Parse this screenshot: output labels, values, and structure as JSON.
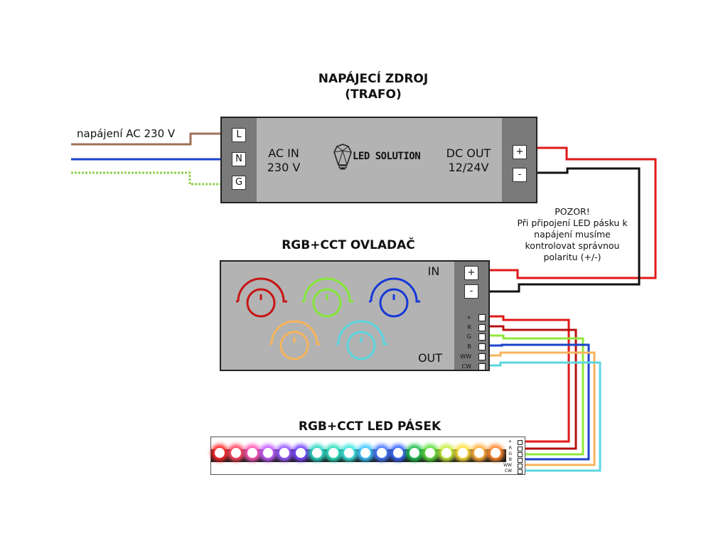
{
  "power_supply": {
    "title_line1": "NAPÁJECÍ ZDROJ",
    "title_line2": "(TRAFO)",
    "input_label_line1": "AC IN",
    "input_label_line2": "230 V",
    "output_label_line1": "DC OUT",
    "output_label_line2": "12/24V",
    "brand": "LED SOLUTION",
    "input_terminals": [
      "L",
      "N",
      "G"
    ],
    "output_terminals": [
      "+",
      "-"
    ]
  },
  "mains": {
    "label": "napájení AC 230 V",
    "wires": [
      {
        "name": "L",
        "color": "#a0705a",
        "style": "solid"
      },
      {
        "name": "N",
        "color": "#1a44c8",
        "style": "solid"
      },
      {
        "name": "G",
        "color": "#8fd14f",
        "style": "dotted"
      }
    ]
  },
  "warning": {
    "line1": "POZOR!",
    "line2": "Při připojení LED pásku k",
    "line3": "napájení musíme",
    "line4": "kontrolovat správnou",
    "line5": "polaritu (+/-)"
  },
  "controller": {
    "title": "RGB+CCT OVLADAČ",
    "in_label": "IN",
    "out_label": "OUT",
    "input_terminals": [
      "+",
      "-"
    ],
    "output_terminals": [
      "+",
      "R",
      "G",
      "B",
      "WW",
      "CW"
    ],
    "knobs": [
      {
        "name": "red",
        "color": "#c81414"
      },
      {
        "name": "green",
        "color": "#86e83a"
      },
      {
        "name": "blue",
        "color": "#1438d8"
      },
      {
        "name": "warm-white",
        "color": "#f7b35c"
      },
      {
        "name": "cold-white",
        "color": "#5cd6e0"
      }
    ]
  },
  "strip": {
    "title": "RGB+CCT LED PÁSEK",
    "terminals": [
      "+",
      "R",
      "G",
      "B",
      "WW",
      "CW"
    ],
    "led_colors": [
      "#ff2a2a",
      "#ff4a60",
      "#ff5ab8",
      "#c860ff",
      "#9a5cff",
      "#7a48ff",
      "#30d8c8",
      "#30e0c0",
      "#40e8e0",
      "#40c8ff",
      "#4a7aff",
      "#3a6aff",
      "#20c050",
      "#60e040",
      "#c8f040",
      "#ffe040",
      "#ffb040",
      "#ff8a30"
    ]
  },
  "wire_colors": {
    "plus": "#e01818",
    "minus": "#111111",
    "R": "#b81010",
    "G": "#8fe83a",
    "B": "#1a44c8",
    "WW": "#f7b35c",
    "CW": "#5cd6e0"
  }
}
